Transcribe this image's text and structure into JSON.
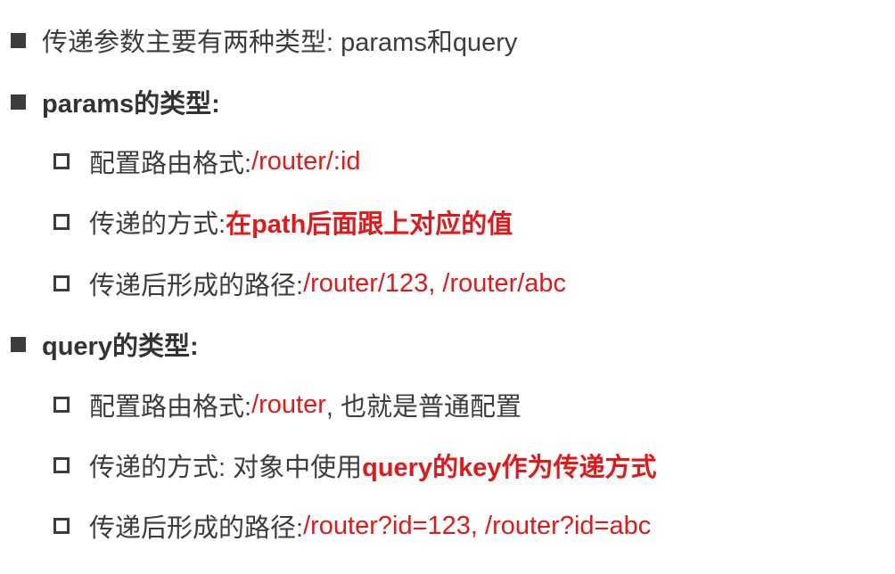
{
  "lines": [
    {
      "label": "传递参数主要有两种类型: params和query"
    },
    {
      "heading": "params的类型:"
    },
    {
      "label": "配置路由格式: ",
      "value": "/router/:id"
    },
    {
      "label": "传递的方式: ",
      "value": "在path后面跟上对应的值"
    },
    {
      "label": "传递后形成的路径: ",
      "value": "/router/123, /router/abc"
    },
    {
      "heading": "query的类型:"
    },
    {
      "label": "配置路由格式: ",
      "value": "/router",
      "suffix": ", 也就是普通配置"
    },
    {
      "label": "传递的方式: 对象中使用",
      "value": "query的key作为传递方式"
    },
    {
      "label": "传递后形成的路径: ",
      "value": "/router?id=123, /router?id=abc"
    }
  ]
}
